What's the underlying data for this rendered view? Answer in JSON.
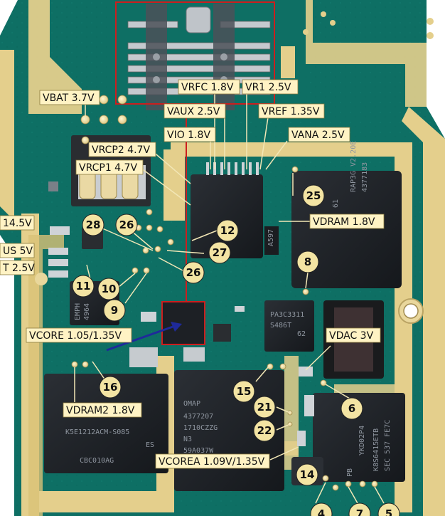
{
  "voltage_labels": [
    {
      "id": "vbat",
      "text": "VBAT 3.7V"
    },
    {
      "id": "vrfc",
      "text": "VRFC 1.8V"
    },
    {
      "id": "vr1",
      "text": "VR1 2.5V"
    },
    {
      "id": "vaux",
      "text": "VAUX 2.5V"
    },
    {
      "id": "vref",
      "text": "VREF 1.35V"
    },
    {
      "id": "vio",
      "text": "VIO 1.8V"
    },
    {
      "id": "vana",
      "text": "VANA 2.5V"
    },
    {
      "id": "vrcp2",
      "text": "VRCP2 4.7V"
    },
    {
      "id": "vrcp1",
      "text": "VRCP1 4.7V"
    },
    {
      "id": "v145",
      "text": "14.5V"
    },
    {
      "id": "vus5",
      "text": "US 5V"
    },
    {
      "id": "vt25",
      "text": "T 2.5V"
    },
    {
      "id": "vdram",
      "text": "VDRAM 1.8V"
    },
    {
      "id": "vcore",
      "text": "VCORE 1.05/1.35V"
    },
    {
      "id": "vdac",
      "text": "VDAC 3V"
    },
    {
      "id": "vdram2",
      "text": "VDRAM2 1.8V"
    },
    {
      "id": "vcorea",
      "text": "VCOREA 1.09V/1.35V"
    }
  ],
  "test_points": [
    "25",
    "12",
    "28",
    "26",
    "27",
    "26",
    "8",
    "11",
    "10",
    "9",
    "16",
    "15",
    "6",
    "21",
    "22",
    "14",
    "4",
    "7",
    "5"
  ],
  "chip_markings": {
    "flash_top_right": [
      "4377183",
      "RAP3G V2.20E",
      "61",
      "A597"
    ],
    "small_chip": [
      "PA3C3311",
      "S486T",
      "62"
    ],
    "omap": [
      "OMAP",
      "4377207",
      "1710CZZG",
      "N3",
      "59A037W"
    ],
    "ram_left": [
      "K5E1212ACM-S085",
      "ES",
      "CBC010AG"
    ],
    "sec_chip": [
      "SEC 537 FE7C",
      "K8S6415ETB",
      "YKD02P4",
      "PB"
    ],
    "small_left_chip": [
      "4964",
      "EMPH"
    ]
  }
}
